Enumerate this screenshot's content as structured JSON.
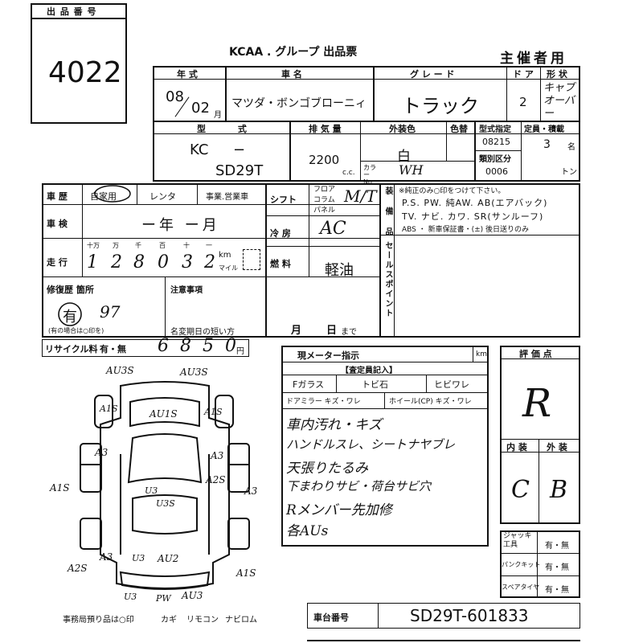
{
  "lot": {
    "label": "出 品 番 号",
    "number": "4022"
  },
  "header": {
    "title": "KCAA . グループ 出品票",
    "organizer": "主催者用"
  },
  "vehicle": {
    "year_label": "年 式",
    "year_value": "08",
    "month_value": "02",
    "month_unit": "月",
    "maker_label": "車 名",
    "maker_value": "マツダ・ボンゴブローニィ",
    "grade_label": "グ レ ー ド",
    "grade_value": "トラック",
    "doors_label": "ド ア",
    "doors_value": "2",
    "shape_label": "形 状",
    "shape_value": "キャブオーバー",
    "type_label": "型 式",
    "type_prefix": "KC",
    "type_dash": "−",
    "type_value": "SD29T",
    "engine_label": "排 気 量",
    "engine_value": "2200",
    "engine_unit": "c.c.",
    "color_label": "外装色",
    "color_value": "白",
    "color_change_label": "色替",
    "color_no_label": "カラー No.",
    "color_no_value": "WH",
    "type_spec_label": "型式指定",
    "type_spec_value": "08215",
    "class_label": "類別区分",
    "class_value": "0006",
    "capacity_label": "定員・積載",
    "capacity_value": "3",
    "capacity_unit": "名",
    "load_unit": "トン"
  },
  "history": {
    "label": "車 歴",
    "options": [
      "自家用",
      "レンタ",
      "事業.営業車"
    ],
    "inspection_label": "車 検",
    "inspection_value": "ー年 ー月",
    "mileage_label": "走 行",
    "mileage_units": [
      "十万",
      "万",
      "千",
      "百",
      "十",
      "一"
    ],
    "mileage_digits": [
      "1",
      "2",
      "8",
      "0",
      "3",
      "2"
    ],
    "mileage_unit_km": "km",
    "mileage_unit_mile": "マイル",
    "shift_label": "シフト",
    "shift_options": [
      "フロア",
      "コラム",
      "パネル"
    ],
    "shift_value": "M/T",
    "ac_label": "冷 房",
    "ac_value": "AC",
    "fuel_label": "燃 料",
    "fuel_value": "軽油",
    "repair_label": "修復歴 箇所",
    "repair_value": "有",
    "repair_note": "97",
    "repair_sub": "(有の場合は○印を)",
    "notes_label": "注意事項",
    "name_change_label": "名変期日の短い方",
    "name_change_month": "月",
    "name_change_day": "日",
    "name_change_until": "まで"
  },
  "equipment": {
    "label": "装 備 品",
    "note": "※純正のみ○印をつけて下さい。",
    "line1": "P.S. PW. 純AW. AB(エアバック)",
    "line2": "TV. ナビ. カワ. SR(サンルーフ)",
    "line3": "ABS ・ 新車保証書・(±) 後日送りのみ",
    "selling_label": "セールスポイント"
  },
  "recycle": {
    "label": "リサイクル料",
    "option": "有・無",
    "value": "6850",
    "unit": "円"
  },
  "inspection_sheet": {
    "meter_label": "現メーター指示",
    "meter_unit": "km",
    "title": "【査定員記入】",
    "row1": [
      "Fガラス",
      "トビ石",
      "ヒビワレ"
    ],
    "row2": [
      "ドアミラー キズ・ワレ",
      "ホイール(CP) キズ・ワレ"
    ],
    "notes": [
      "車内汚れ・キズ",
      "ハンドルスレ、シートナヤブレ",
      "天張りたるみ",
      "下まわりサビ・荷台サビ穴",
      "Rメンバー先加修",
      "各AUs"
    ]
  },
  "grades": {
    "label": "評 価 点",
    "overall": "R",
    "interior_label": "内 装",
    "exterior_label": "外 装",
    "interior": "C",
    "exterior": "B"
  },
  "tools": {
    "jack_label": "ジャッキ 工具",
    "jack_value": "有・無",
    "puncture_label": "パンクキット",
    "puncture_value": "有・無",
    "spare_label": "スペアタイヤ",
    "spare_value": "有・無"
  },
  "chassis": {
    "label": "車台番号",
    "value": "SD29T-601833"
  },
  "footer": {
    "office_items": "事務局預り品は○印",
    "keys": "カギ",
    "remote": "リモコン",
    "navi": "ナビロム"
  },
  "diagram_marks": {
    "front_left": "AU3S",
    "front_right": "AU3S",
    "roof": "AU1S",
    "left_1": "A1S",
    "left_2": "A3",
    "left_side": "A1S",
    "right_1": "A1S",
    "right_2": "A3",
    "right_3": "A2S",
    "right_side": "A3",
    "center_1": "U3",
    "center_2": "U3S",
    "rear_left": "A2S",
    "rear_right": "A1S",
    "rear_1": "A3",
    "rear_2": "U3",
    "rear_3": "AU2",
    "bottom_1": "U3",
    "bottom_2": "PW",
    "bottom_3": "AU3"
  }
}
